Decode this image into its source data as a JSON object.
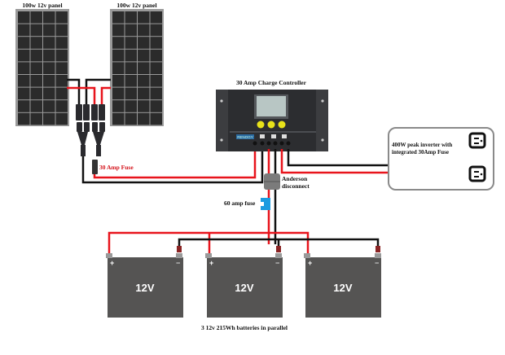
{
  "panels": [
    {
      "label": "100w 12v panel"
    },
    {
      "label": "100w 12v panel"
    }
  ],
  "fuse_label": "30 Amp Fuse",
  "controller": {
    "title": "30 Amp Charge Controller",
    "brand": "RENOGY"
  },
  "anderson_label_line1": "Anderson",
  "anderson_label_line2": "disconnect",
  "battery_fuse_label": "60 amp fuse",
  "inverter": {
    "line1": "400W peak inverter with",
    "line2": "integrated 30Amp Fuse"
  },
  "batteries": [
    {
      "voltage": "12V",
      "plus": "+",
      "minus": "−"
    },
    {
      "voltage": "12V",
      "plus": "+",
      "minus": "−"
    },
    {
      "voltage": "12V",
      "plus": "+",
      "minus": "−"
    }
  ],
  "batteries_caption": "3 12v 215Wh batteries in parallel",
  "colors": {
    "positive_wire": "#e8141c",
    "negative_wire": "#111111",
    "panel_frame": "#9a9a9a",
    "panel_cell": "#2b2b2b",
    "battery_body": "#555453",
    "controller_body": "#3c3d40",
    "fuse_blue": "#1b9be0",
    "fuse_label_red": "#d4141c"
  }
}
